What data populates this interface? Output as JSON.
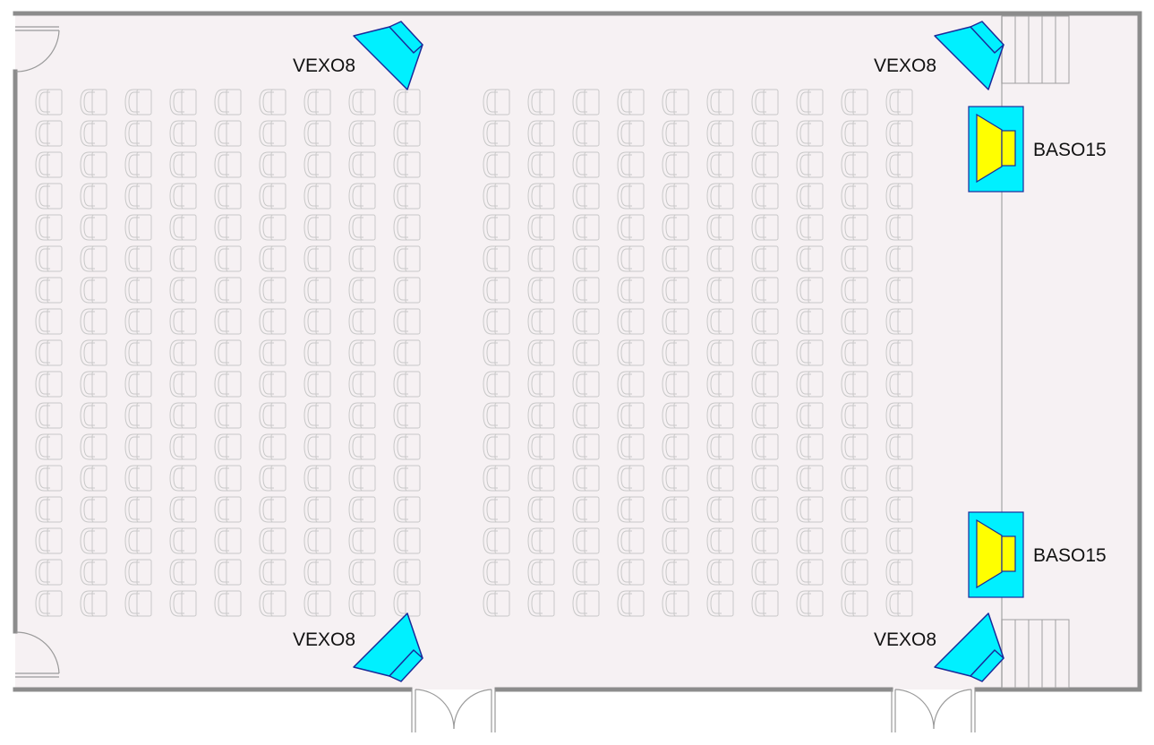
{
  "colors": {
    "floor": "#f6f1f3",
    "wall": "#8c8c8c",
    "seat": "#c8c8c8",
    "speaker_box": "#00f0ff",
    "speaker_stroke": "#1a2a9a",
    "subwoofer_cone": "#ffff00"
  },
  "icons": {
    "seat": "seat-icon",
    "speaker": "speaker-icon",
    "subwoofer": "subwoofer-icon",
    "door": "door-icon",
    "stairs": "stairs-icon"
  },
  "seating": {
    "blocks": 2,
    "columns_per_block": [
      9,
      10
    ],
    "rows": 17
  },
  "speakers": [
    {
      "id": "vexo8-top-left",
      "label": "VEXO8"
    },
    {
      "id": "vexo8-top-right",
      "label": "VEXO8"
    },
    {
      "id": "vexo8-bottom-left",
      "label": "VEXO8"
    },
    {
      "id": "vexo8-bottom-right",
      "label": "VEXO8"
    }
  ],
  "subwoofers": [
    {
      "id": "baso15-top",
      "label": "BASO15"
    },
    {
      "id": "baso15-bottom",
      "label": "BASO15"
    }
  ]
}
